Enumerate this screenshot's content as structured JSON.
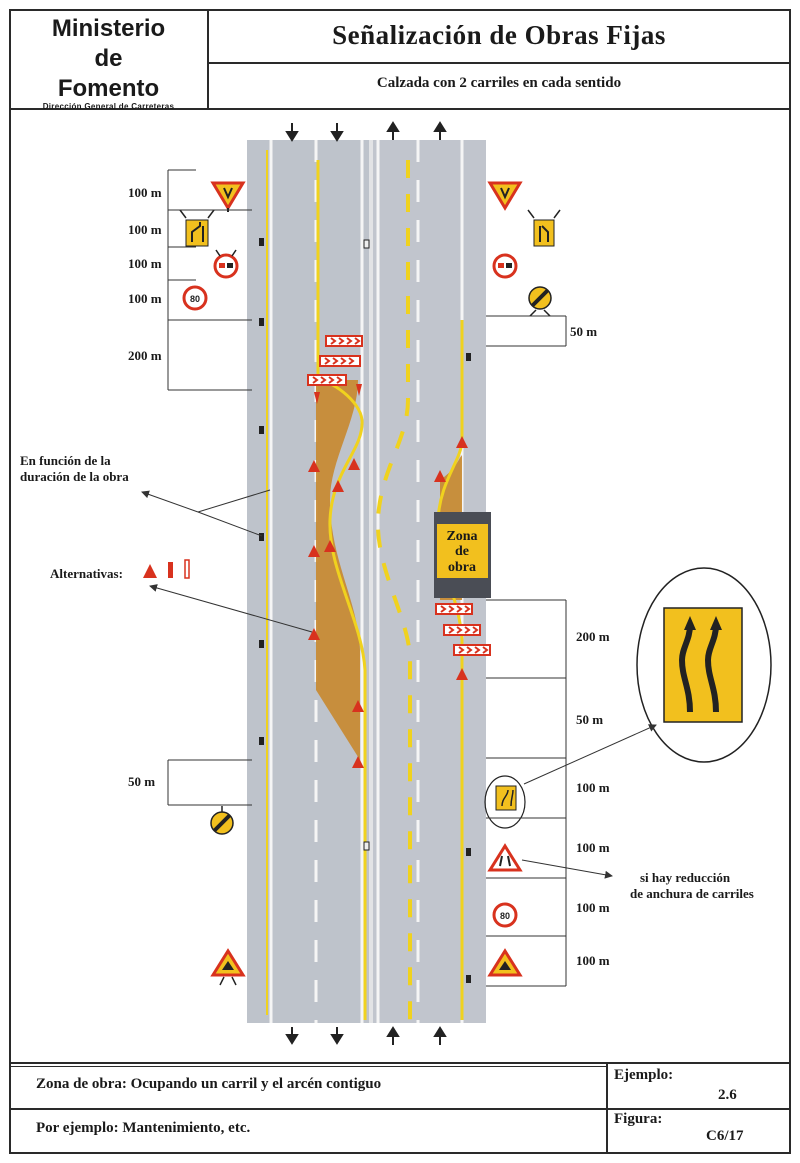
{
  "header": {
    "ministry_line1": "Ministerio",
    "ministry_line2": "de",
    "ministry_line3": "Fomento",
    "ministry_sub": "Dirección General de Carreteras",
    "title": "Señalización de Obras Fijas",
    "subtitle": "Calzada con 2 carriles en cada sentido"
  },
  "diagram": {
    "left_distances": [
      "100 m",
      "100 m",
      "100 m",
      "100 m",
      "200 m",
      "50 m"
    ],
    "right_distances_top": [
      "50 m"
    ],
    "right_distances_bottom": [
      "200 m",
      "50 m",
      "100 m",
      "100 m",
      "100 m",
      "100 m"
    ],
    "note_duration_line1": "En función de la",
    "note_duration_line2": "duración de la obra",
    "note_alternatives": "Alternativas:",
    "note_width_line1": "si hay reducción",
    "note_width_line2": "de anchura de carriles",
    "zone_line1": "Zona",
    "zone_line2": "de",
    "zone_line3": "obra",
    "speed_sign_value": "80"
  },
  "footer": {
    "zone_description": "Zona de obra: Ocupando un carril y el arcén contiguo",
    "example_text": "Por ejemplo: Mantenimiento, etc.",
    "example_label": "Ejemplo:",
    "example_value": "2.6",
    "figure_label": "Figura:",
    "figure_value": "C6/17"
  },
  "colors": {
    "road": "#b9bec6",
    "marking_yellow": "#f0d21e",
    "work_area": "#c8882e",
    "sign_red": "#d8321e",
    "sign_yellow": "#f2c01e",
    "zone_box": "#4a4d55"
  }
}
